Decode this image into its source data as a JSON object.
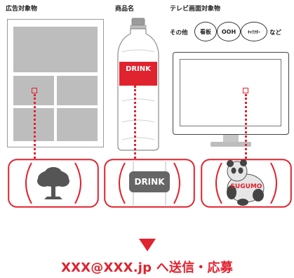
{
  "headers": {
    "ad_target": "広告対象物",
    "product_name": "商品名",
    "tv_target": "テレビ画面対象物"
  },
  "tv_examples": {
    "prefix": "その他",
    "items": [
      "看板",
      "OOH",
      "ｷｬﾗｸﾀｰ"
    ],
    "suffix": "など"
  },
  "bottle_label": "DRINK",
  "frames": {
    "drink_label": "DRINK",
    "sugumo_label": "SUGUMO"
  },
  "cta": "XXX@XXX.jp へ送信・応募",
  "colors": {
    "accent": "#e0232f",
    "grey": "#bdbdbd",
    "dark": "#555555"
  }
}
